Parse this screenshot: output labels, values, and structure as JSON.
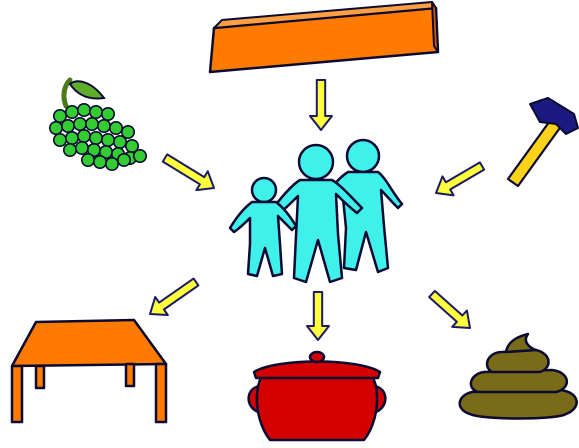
{
  "diagram": {
    "nodes": [
      {
        "id": "family",
        "icon": "family-icon",
        "role": "center"
      },
      {
        "id": "wood-plank",
        "icon": "wood-plank-icon",
        "role": "input"
      },
      {
        "id": "grapes",
        "icon": "grapes-icon",
        "role": "input"
      },
      {
        "id": "hammer",
        "icon": "hammer-icon",
        "role": "input"
      },
      {
        "id": "table",
        "icon": "table-icon",
        "role": "output"
      },
      {
        "id": "cooking-pot",
        "icon": "cooking-pot-icon",
        "role": "output"
      },
      {
        "id": "dung-pile",
        "icon": "dung-pile-icon",
        "role": "output"
      }
    ],
    "edges": [
      {
        "from": "wood-plank",
        "to": "family"
      },
      {
        "from": "grapes",
        "to": "family"
      },
      {
        "from": "hammer",
        "to": "family"
      },
      {
        "from": "family",
        "to": "table"
      },
      {
        "from": "family",
        "to": "cooking-pot"
      },
      {
        "from": "family",
        "to": "dung-pile"
      }
    ]
  },
  "colors": {
    "background": "#ffffff",
    "arrow_fill": "#ffff3c",
    "arrow_stroke": "#1a1a66",
    "outline": "#0a0a33",
    "family_fill": "#40f0ea",
    "plank_fill": "#ff7a00",
    "grape_fill": "#33cc33",
    "grape_stem": "#4a7a18",
    "hammer_head": "#1a1a80",
    "hammer_handle": "#ffd21a",
    "table_fill": "#ff7a00",
    "pot_fill": "#d40000",
    "dung_fill": "#7a6b18"
  }
}
